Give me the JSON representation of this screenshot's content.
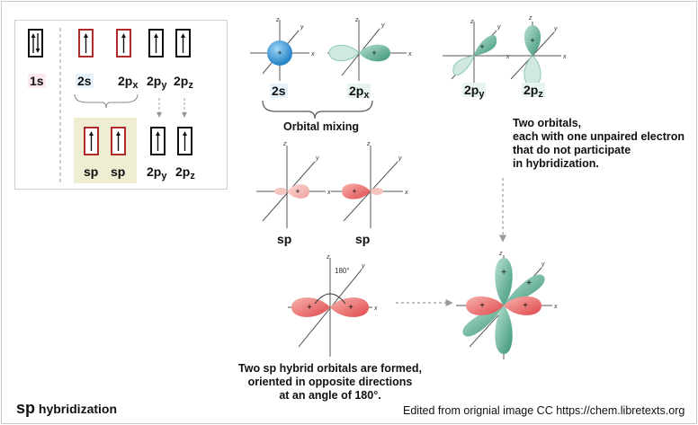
{
  "energy_diagram": {
    "core": [
      "1s"
    ],
    "valence": [
      "2s",
      "2p",
      "2p",
      "2p"
    ],
    "valence_sub": [
      "",
      "x",
      "y",
      "z"
    ],
    "hybrid": [
      "sp",
      "sp",
      "2p",
      "2p"
    ],
    "hybrid_sub": [
      "",
      "",
      "y",
      "z"
    ]
  },
  "orbitals": {
    "s_label": "2s",
    "px_label": "2p",
    "px_sub": "x",
    "py_label": "2p",
    "py_sub": "y",
    "pz_label": "2p",
    "pz_sub": "z",
    "mixing_label": "Orbital mixing",
    "sp_labels": [
      "sp",
      "sp"
    ],
    "axis_x": "x",
    "axis_y": "y",
    "axis_z": "z",
    "plus": "+",
    "angle": "180°"
  },
  "notes": {
    "unpaired": [
      "Two orbitals,",
      "each with one unpaired electron",
      "that do not participate",
      "in hybridization."
    ],
    "formed": [
      "Two sp hybrid orbitals are formed,",
      "oriented in opposite directions",
      "at an angle of 180°."
    ]
  },
  "footer": {
    "title_big": "sp",
    "title_rest": " hybridization",
    "credit": "Edited from orignial image CC https://chem.libretexts.org"
  },
  "colors": {
    "red_box": "#b02a2a",
    "highlight": "#efeed2",
    "green_lobe": "#3f9c80",
    "red_lobe": "#e8575a",
    "blue_sphere": "#2f95d8"
  }
}
